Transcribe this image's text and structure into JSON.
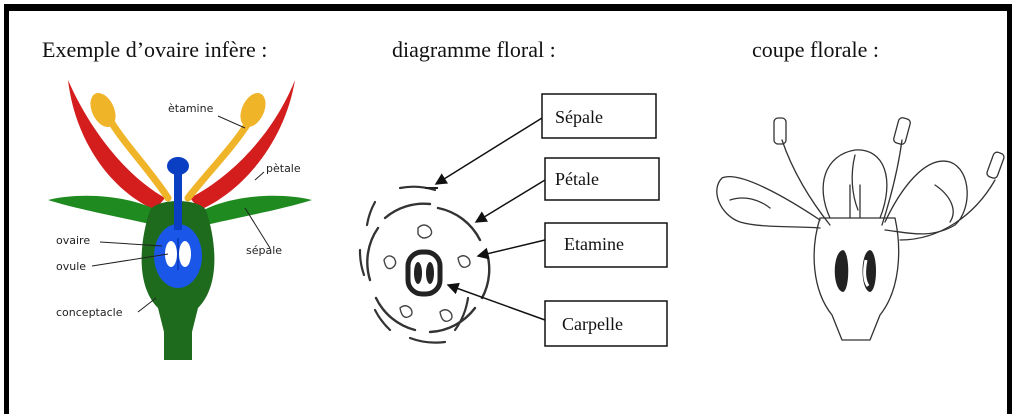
{
  "headings": {
    "ovaire": "Exemple d’ovaire infère :",
    "diagramme": "diagramme floral :",
    "coupe": "coupe florale :"
  },
  "ovary_labels": {
    "etamine": "ètamine",
    "petale": "pètale",
    "ovaire": "ovaire",
    "ovule": "ovule",
    "sepale": "sépale",
    "conceptacle": "conceptacle"
  },
  "diagram_labels": {
    "sepale": "Sépale",
    "petale": "Pétale",
    "etamine": "Etamine",
    "carpelle": "Carpelle"
  },
  "colors": {
    "petal_red": "#d41e1e",
    "stamen_yellow": "#f0b429",
    "sepal_green": "#1f8a1f",
    "receptacle_green": "#1e6b1e",
    "ovary_blue": "#1a56e8",
    "pistil_blue": "#0a3fc4"
  }
}
